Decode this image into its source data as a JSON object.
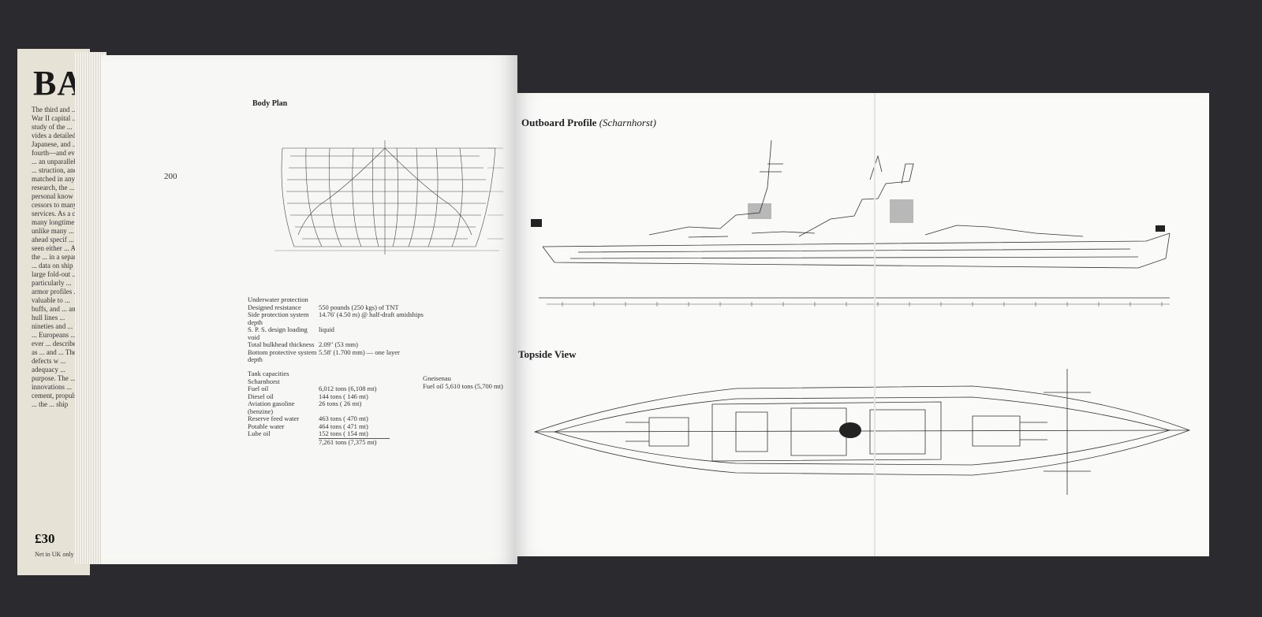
{
  "jacket": {
    "title_fragment": "BAT",
    "blurb": "The third and ... War II capital ... tin study of the ... vides a detailed ... Japanese, and ... fourth—and ever ... an unparallelea ... struction, and ... matched in any ... research, the ... personal know ... cessors to many ... services. As a co ... many longtime ... unlike many ... ahead specif ... seen either ... As in the ... in a separate ... data on ship ... large fold-out ... particularly ... armor profiles ... valuable to ... buffs, and ... and hull lines ... nineties and ... the ... Europeans ... ever ... described as ... and ... The ... defects w ... adequacy ... purpose. The ... innovations ... cement, propulsion ... the ... ship",
    "price": "£30",
    "price_note": "Net in UK only"
  },
  "left_page": {
    "title": "Body Plan",
    "page_number": "200",
    "specs": [
      {
        "label": "Underwater protection",
        "value": ""
      },
      {
        "label": "Designed resistance",
        "value": "550 pounds (250 kgs) of TNT"
      },
      {
        "label": "Side protection system depth",
        "value": "14.76' (4.50 m) @ half-draft amidships"
      },
      {
        "label": "S. P. S. design loading void",
        "value": "liquid"
      },
      {
        "label": "Total bulkhead thickness",
        "value": "2.09\" (53 mm)"
      },
      {
        "label": "Bottom protective system depth",
        "value": "5.58' (1.700 mm) — one layer"
      }
    ],
    "tank_title": "Tank capacities",
    "tank_ship": "Scharnhorst",
    "tanks": [
      {
        "label": "Fuel oil",
        "value": "6,012 tons (6,108 mt)"
      },
      {
        "label": "Diesel oil",
        "value": "144 tons ( 146 mt)"
      },
      {
        "label": "Aviation gasoline (benzine)",
        "value": "26 tons ( 26 mt)"
      },
      {
        "label": "Reserve feed water",
        "value": "463 tons ( 470 mt)"
      },
      {
        "label": "Potable water",
        "value": "464 tons ( 471 mt)"
      },
      {
        "label": "Lube oil",
        "value": "152 tons ( 154 mt)"
      }
    ],
    "tank_total": "7,261 tons (7,375 mt)",
    "gneisenau": {
      "name": "Gneisenau",
      "label": "Fuel oil",
      "value": "5,610 tons (5,700 mt)"
    }
  },
  "right_page": {
    "profile_title": "Outboard Profile",
    "profile_subtitle": "(Scharnhorst)",
    "topside_title": "Topside View"
  }
}
